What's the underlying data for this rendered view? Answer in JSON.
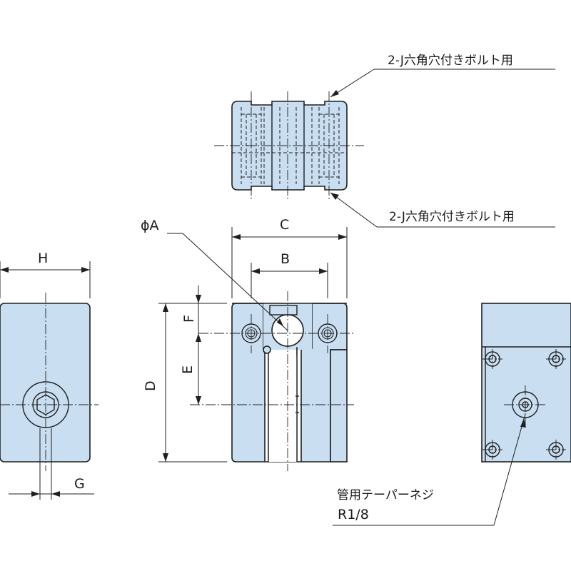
{
  "dimensions": {
    "phi_a": "ϕA",
    "c": "C",
    "b": "B",
    "d": "D",
    "e": "E",
    "f": "F",
    "g": "G",
    "h": "H"
  },
  "notes": {
    "bolt_top": "2-J六角穴付きボルト用",
    "bolt_bottom": "2-J六角穴付きボルト用",
    "taper_thread_line1": "管用テーパーネジ",
    "taper_thread_line2": "R1/8"
  },
  "colors": {
    "part_fill": "#c9dff1",
    "line": "#1f1f1f"
  }
}
